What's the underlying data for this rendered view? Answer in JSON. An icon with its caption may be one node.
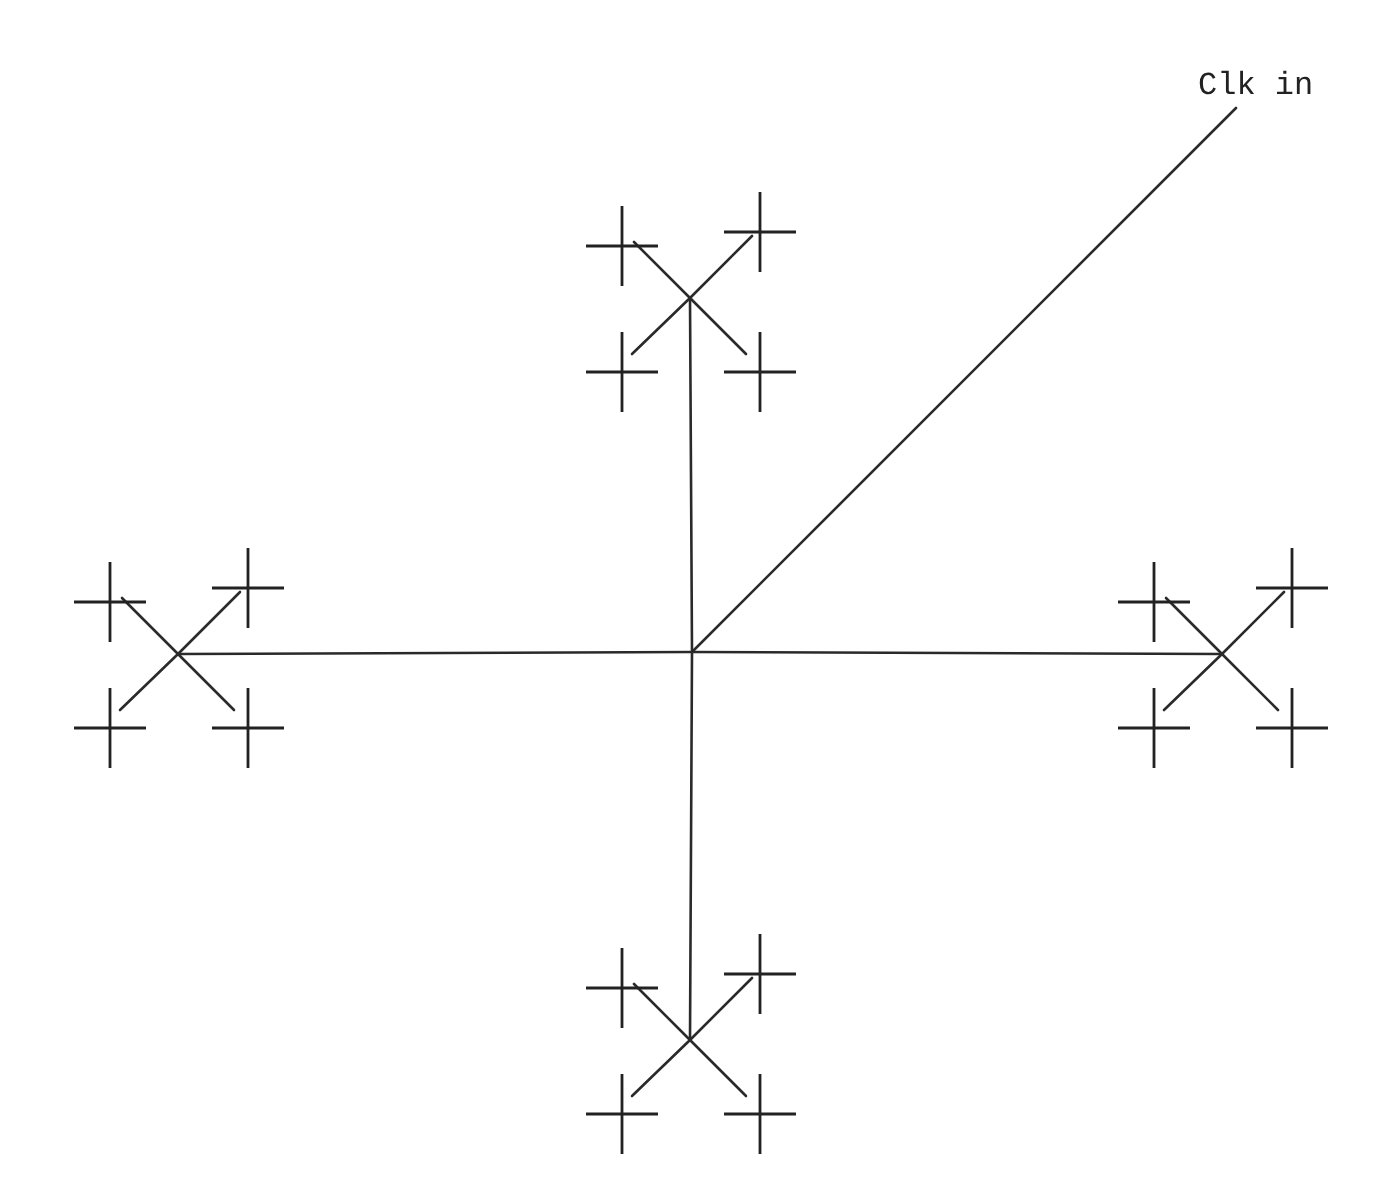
{
  "diagram": {
    "nodes": [
      {
        "text": [
          "Clk in"
        ]
      },
      {
        "text": [],
        "shape": "cross"
      },
      {
        "text": [],
        "shape": "cross"
      },
      {
        "text": [],
        "shape": "cross"
      },
      {
        "text": [],
        "shape": "cross"
      },
      {
        "text": [],
        "shape": "cross"
      },
      {
        "text": [],
        "shape": "cross"
      },
      {
        "text": [],
        "shape": "cross"
      },
      {
        "text": [],
        "shape": "cross"
      },
      {
        "text": [],
        "shape": "cross"
      },
      {
        "text": [],
        "shape": "cross"
      },
      {
        "text": [],
        "shape": "cross"
      },
      {
        "text": [],
        "shape": "cross"
      },
      {
        "text": [],
        "shape": "cross"
      },
      {
        "text": [],
        "shape": "cross"
      },
      {
        "text": [],
        "shape": "cross"
      },
      {
        "text": [],
        "shape": "cross"
      }
    ],
    "edges": [
      {
        "from": 0,
        "to": 1,
        "arrow": "none"
      },
      {
        "from": 0,
        "to": 2,
        "arrow": "none"
      },
      {
        "from": 0,
        "to": 3,
        "arrow": "none"
      },
      {
        "from": 0,
        "to": 4,
        "arrow": "none"
      },
      {
        "from": 0,
        "to": 5,
        "arrow": "none"
      },
      {
        "from": 0,
        "to": 6,
        "arrow": "none"
      },
      {
        "from": 0,
        "to": 7,
        "arrow": "none"
      },
      {
        "from": 0,
        "to": 8,
        "arrow": "none"
      },
      {
        "from": 0,
        "to": 9,
        "arrow": "none"
      },
      {
        "from": 0,
        "to": 10,
        "arrow": "none"
      },
      {
        "from": 0,
        "to": 11,
        "arrow": "none"
      },
      {
        "from": 0,
        "to": 12,
        "arrow": "none"
      },
      {
        "from": 0,
        "to": 13,
        "arrow": "none"
      },
      {
        "from": 0,
        "to": 14,
        "arrow": "none"
      },
      {
        "from": 0,
        "to": 15,
        "arrow": "none"
      },
      {
        "from": 0,
        "to": 16,
        "arrow": "none"
      }
    ]
  }
}
